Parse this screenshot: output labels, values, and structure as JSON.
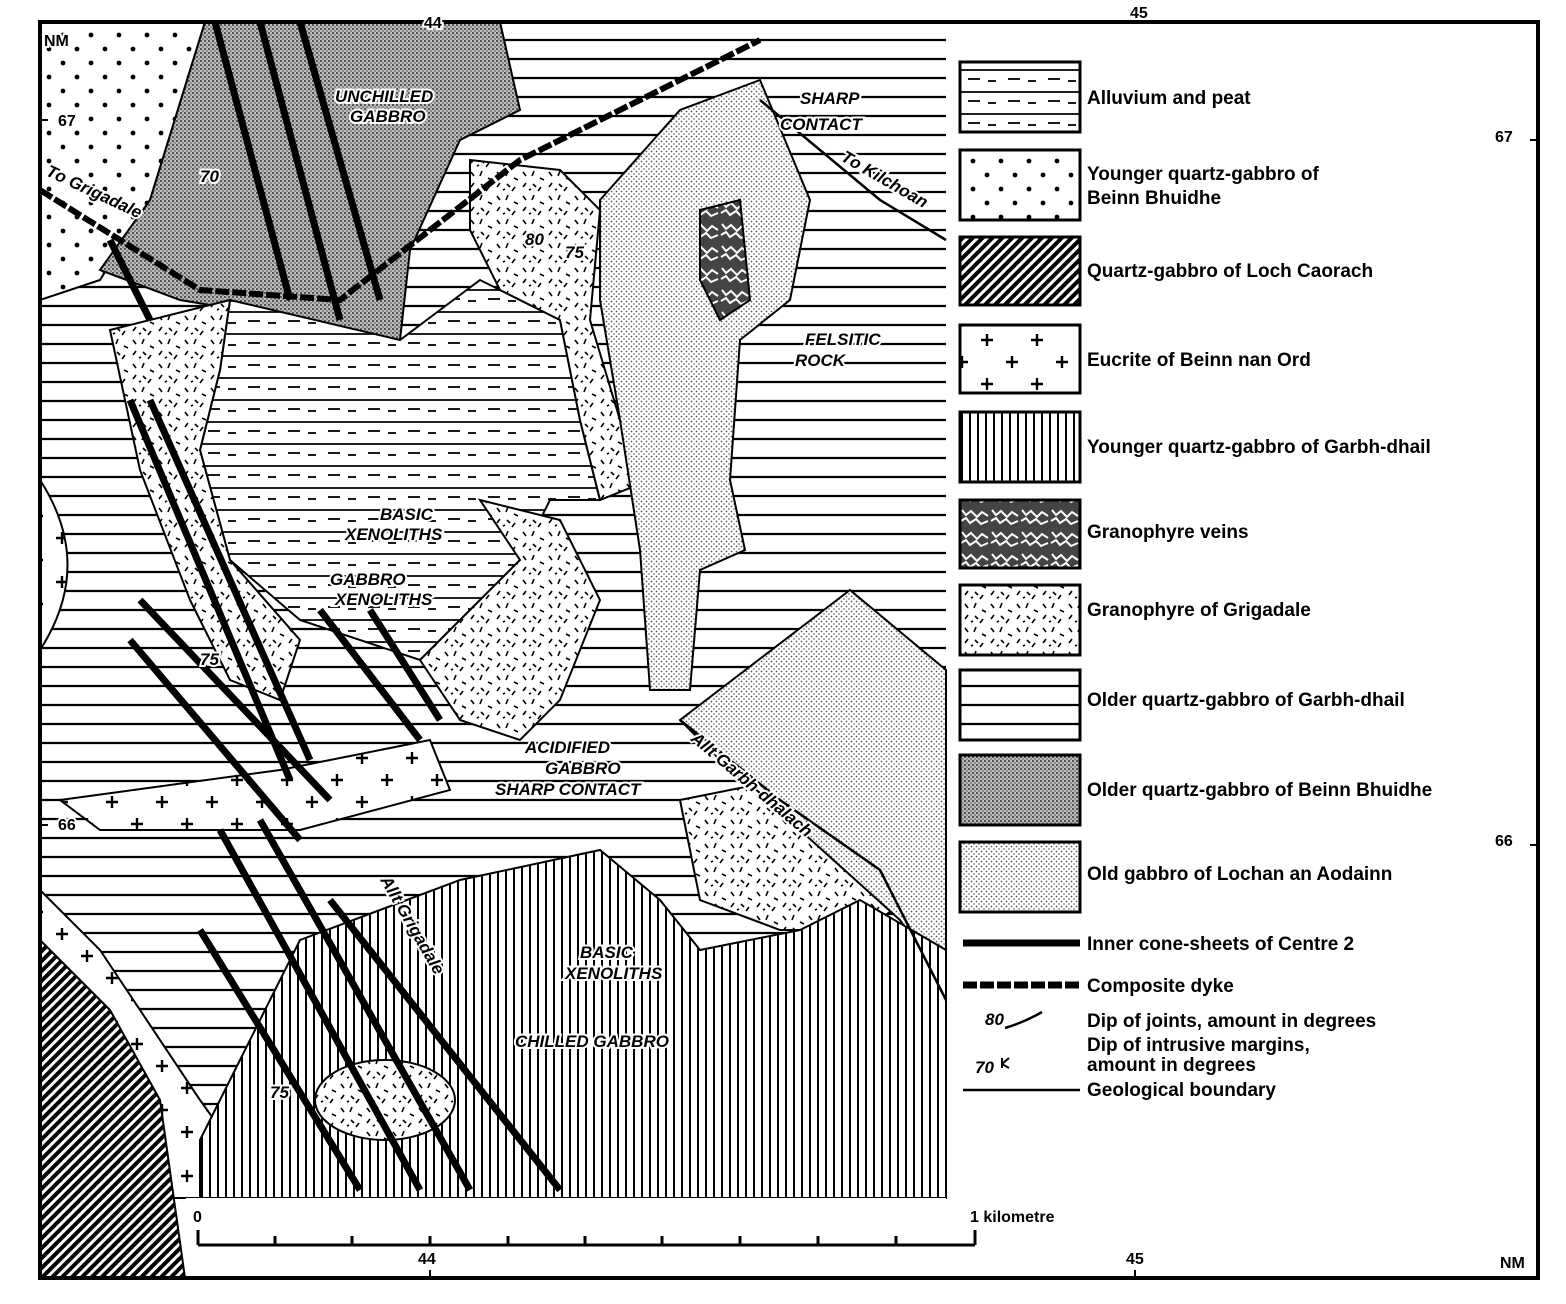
{
  "grid": {
    "top_left_ref": "NM",
    "bottom_right_ref": "NM",
    "easting_top": [
      "44",
      "45"
    ],
    "easting_bottom": [
      "44",
      "45"
    ],
    "northing_left": [
      "67",
      "66"
    ],
    "northing_right": [
      "67",
      "66"
    ]
  },
  "scale_bar": {
    "start": "0",
    "end": "1 kilometre"
  },
  "map_labels": {
    "unchilled_1": "UNCHILLED",
    "unchilled_2": "GABBRO",
    "sharp_1": "SHARP",
    "sharp_2": "CONTACT",
    "felsitic_1": "FELSITIC",
    "felsitic_2": "ROCK",
    "basic_xen_1a": "BASIC",
    "basic_xen_1b": "XENOLITHS",
    "gabbro_xen_a": "GABBRO",
    "gabbro_xen_b": "XENOLITHS",
    "acidified_a": "ACIDIFIED",
    "acidified_b": "GABBRO",
    "acidified_c": "SHARP CONTACT",
    "basic_xen_2a": "BASIC",
    "basic_xen_2b": "XENOLITHS",
    "chilled": "CHILLED GABBRO",
    "to_grigadale": "To Grigadale",
    "to_kilchoan": "To Kilchoan",
    "allt_garbh": "Allt Garbh-dhalach",
    "allt_grigadale": "Allt Grigadale"
  },
  "dip_values": [
    "70",
    "80",
    "75",
    "75",
    "75"
  ],
  "legend": {
    "units": [
      {
        "label": "Alluvium and peat",
        "pattern": "dashes"
      },
      {
        "label_1": "Younger quartz-gabbro of",
        "label_2": "Beinn Bhuidhe",
        "pattern": "dots"
      },
      {
        "label": "Quartz-gabbro of Loch Caorach",
        "pattern": "dark-hatch"
      },
      {
        "label": "Eucrite of Beinn nan Ord",
        "pattern": "plus"
      },
      {
        "label": "Younger quartz-gabbro of Garbh-dhail",
        "pattern": "vertical-lines"
      },
      {
        "label": "Granophyre veins",
        "pattern": "veins"
      },
      {
        "label": "Granophyre of Grigadale",
        "pattern": "ticks"
      },
      {
        "label": "Older quartz-gabbro of Garbh-dhail",
        "pattern": "horizontal-lines"
      },
      {
        "label": "Older quartz-gabbro of Beinn Bhuidhe",
        "pattern": "dense-stipple"
      },
      {
        "label": "Old gabbro of Lochan an Aodainn",
        "pattern": "fine-stipple"
      }
    ],
    "symbols": {
      "cone_sheets": "Inner cone-sheets of Centre 2",
      "composite_dyke": "Composite dyke",
      "joint_sample": "80",
      "joints": "Dip of joints, amount in degrees",
      "margin_sample": "70",
      "margins_1": "Dip of intrusive margins,",
      "margins_2": "amount in degrees",
      "boundary": "Geological boundary"
    }
  },
  "colors": {
    "ink": "#000000",
    "paper": "#ffffff"
  }
}
